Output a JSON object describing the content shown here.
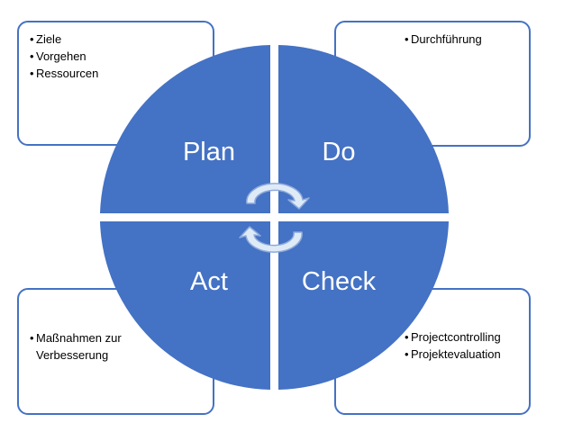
{
  "colors": {
    "quadrant_fill": "#4472C4",
    "note_border": "#4472C4",
    "arrow_fill": "#DEEBF7",
    "arrow_stroke": "#8FAADC"
  },
  "quadrants": {
    "plan": {
      "label": "Plan"
    },
    "do": {
      "label": "Do"
    },
    "act": {
      "label": "Act"
    },
    "check": {
      "label": "Check"
    }
  },
  "notes": {
    "plan": {
      "items": [
        "Ziele",
        "Vorgehen",
        "Ressourcen"
      ]
    },
    "do": {
      "items": [
        "Durchführung"
      ]
    },
    "act": {
      "items": [
        "Maßnahmen zur Verbesserung"
      ]
    },
    "check": {
      "items": [
        "Projectcontrolling",
        "Projektevaluation"
      ]
    }
  },
  "icons": {
    "cycle_top": "circular-arrow-icon",
    "cycle_bottom": "circular-arrow-icon"
  }
}
